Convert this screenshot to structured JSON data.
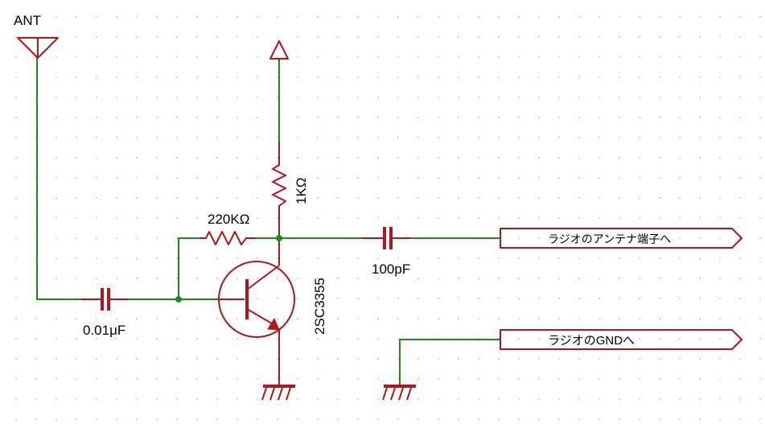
{
  "colors": {
    "wire": "#1e8a1e",
    "part": "#b0161b",
    "grid": "#c8c8c8",
    "text": "#000000"
  },
  "labels": {
    "antenna": "ANT",
    "c_in": "0.01μF",
    "r_bias": "220KΩ",
    "r_load": "1KΩ",
    "transistor": "2SC3355",
    "c_out": "100pF"
  },
  "ports": {
    "antenna_out": "ラジオのアンテナ端子へ",
    "gnd_out": "ラジオのGNDへ"
  }
}
